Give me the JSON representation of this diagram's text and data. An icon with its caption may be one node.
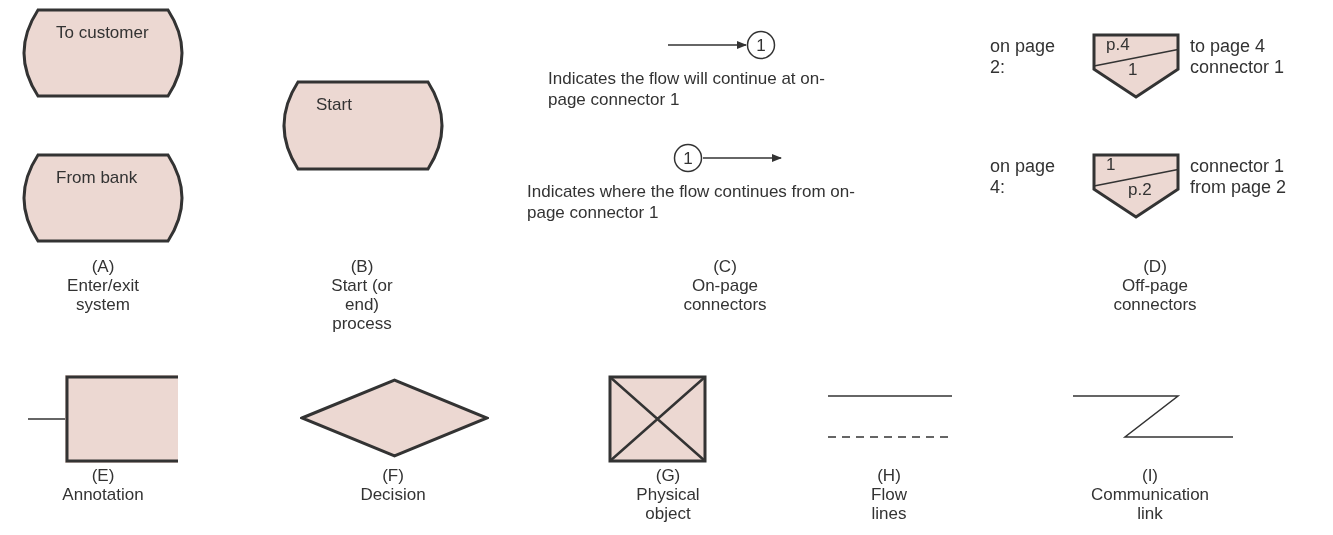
{
  "diagram": {
    "nodes": [
      {
        "text": [
          "To customer"
        ]
      },
      {
        "text": [
          "From bank"
        ]
      },
      {
        "text": [
          "Start"
        ]
      },
      {
        "text": [
          "1"
        ],
        "beside": [
          "Indicates the flow will continue at on-page connector 1"
        ]
      },
      {
        "text": [
          "1"
        ],
        "beside": [
          "Indicates where the flow continues from on-page connector 1"
        ]
      },
      {
        "text": [
          "p.4",
          "1"
        ],
        "beside": [
          "on page 2:",
          "to page 4 connector 1"
        ]
      },
      {
        "text": [
          "1",
          "p.2"
        ],
        "beside": [
          "on page 4:",
          "connector 1 from page 2"
        ]
      },
      {
        "text": [],
        "shape": "box"
      },
      {
        "text": [],
        "shape": "diamond"
      },
      {
        "text": [],
        "shape": "box"
      }
    ],
    "edges": [
      {
        "from": null,
        "to": 3,
        "arrow": "to"
      },
      {
        "from": 4,
        "to": null,
        "arrow": "to"
      },
      {
        "from": null,
        "to": 7,
        "arrow": "none"
      }
    ],
    "labels": [
      "(A)",
      "Enter/exit system",
      "(B)",
      "Start (or end) process",
      "(C)",
      "On-page connectors",
      "(D)",
      "Off-page connectors",
      "(E)",
      "Annotation",
      "(F)",
      "Decision",
      "(G)",
      "Physical object",
      "(H)",
      "Flow lines",
      "(I)",
      "Communication link"
    ]
  }
}
